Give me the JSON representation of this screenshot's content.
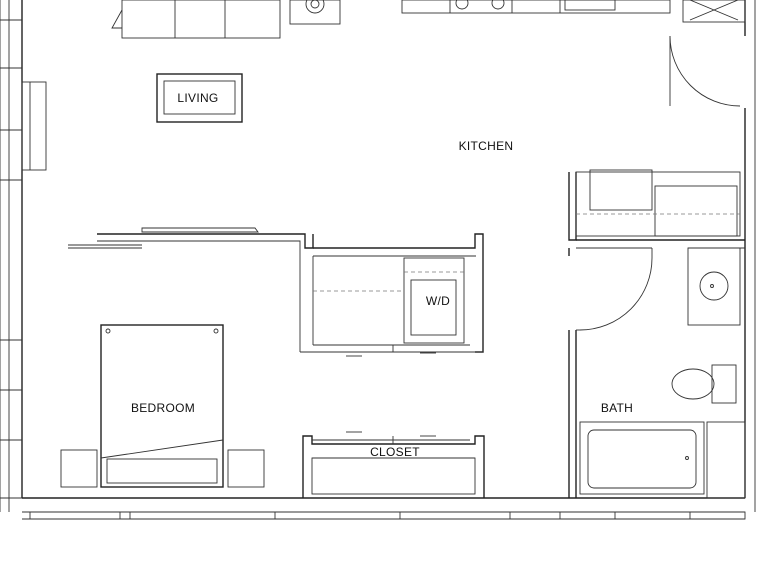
{
  "rooms": {
    "living": "LIVING",
    "kitchen": "KITCHEN",
    "washer_dryer": "W/D",
    "bedroom": "BEDROOM",
    "closet": "CLOSET",
    "bath": "BATH"
  },
  "colors": {
    "line": "#222222",
    "background": "#ffffff"
  }
}
